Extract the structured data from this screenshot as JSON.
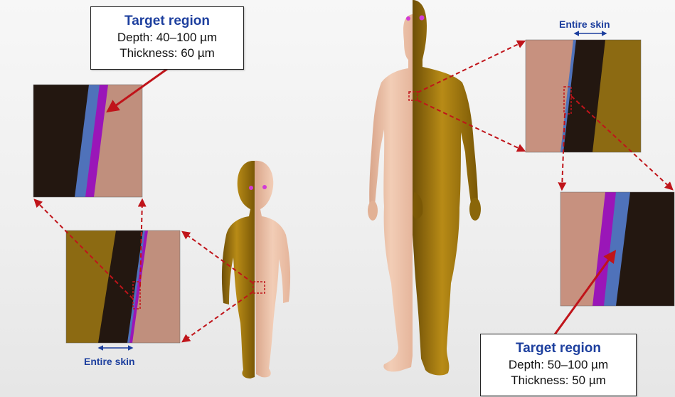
{
  "callouts": {
    "child": {
      "title": "Target region",
      "depth": "Depth: 40–100 µm",
      "thickness": "Thickness: 60 µm"
    },
    "adult": {
      "title": "Target region",
      "depth": "Depth: 50–100 µm",
      "thickness": "Thickness: 50 µm"
    }
  },
  "skin_labels": {
    "adult": "Entire skin",
    "child": "Entire skin"
  },
  "colors": {
    "arrow": "#c0141a",
    "label_blue": "#1d3f9e",
    "bronze": "#a47c0e",
    "pink_skin": "#ecbfa5",
    "dark_tissue": "#231710",
    "blue_layer": "#4f72ba",
    "purple_layer": "#9a16b8",
    "beige_layer": "#c08f7d"
  },
  "figures": [
    "child-phantom",
    "adult-phantom"
  ]
}
